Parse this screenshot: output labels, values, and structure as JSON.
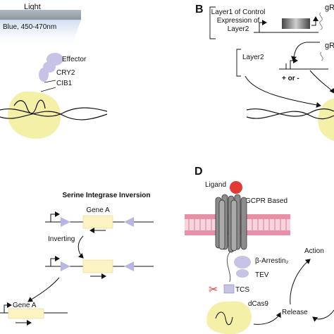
{
  "panel_a": {
    "light_label": "Light",
    "blue_label": "Blue, 450-470nm",
    "effector": "Effector",
    "cry2": "CRY2",
    "cib1": "CIB1"
  },
  "panel_b": {
    "letter": "B",
    "layer1_line1": "Layer1 of Control",
    "layer1_line2": "Expression of",
    "layer1_line3": "Layer2",
    "layer2": "Layer2",
    "plus_minus": "+ or -",
    "grna_top": "gR",
    "grna_mid": "gR"
  },
  "panel_c": {
    "title": "Serine Integrase Inversion",
    "gene_top": "Gene A",
    "inverting": "Inverting",
    "gene_bottom": "Gene A"
  },
  "panel_d": {
    "letter": "D",
    "ligand": "Ligand",
    "gcpr": "GCPR Based",
    "arrestin": "β-Arrestin₂",
    "tev": "TEV",
    "tcs": "TCS",
    "dcas9": "dCas9",
    "action": "Action",
    "release": "Release"
  },
  "colors": {
    "blue_bar": "#9aa4ad",
    "yellow_protein": "#f4f0a8",
    "lavender": "#c7c3e6",
    "membrane": "#e890a8",
    "gene_box": "#fbf3c3",
    "triangle": "#b7b7e2",
    "red": "#e53935"
  }
}
